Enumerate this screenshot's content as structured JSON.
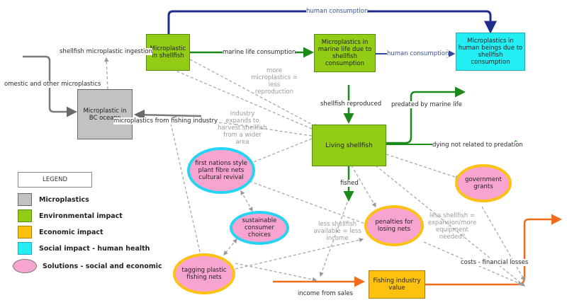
{
  "nodes": {
    "microplastic_shellfish": "Microplastic in shellfish",
    "microplastics_marine_life": "Microplastics in marine life due to shellfish consumption",
    "microplastics_humans": "Microplastics in human beings due to shellfish consumption",
    "microplastic_bc_oceans": "Microplastic in BC oceans",
    "living_shellfish": "Living shellfish",
    "first_nations": "first nations style plant fibre nets cultural revival",
    "sustainable_consumer": "sustainable consumer choices",
    "government_grants": "government grants",
    "penalties": "penalties for losing nets",
    "tagging": "tagging plastic fishing nets",
    "fishing_industry_value": "Fishing industry value"
  },
  "edge_labels": {
    "human_consumption_top": "human consumption",
    "shellfish_microplastic_ingestion": "shellfish microplastic ingestion",
    "marine_life_consumption": "marine life consumption",
    "human_consumption_mid": "human consumption",
    "domestic_microplastics": "omestic and other microplastics",
    "more_microplastics": "more microplastics = less reproduction",
    "shellfish_reproduced": "shellfish reproduced",
    "predated": "predated by marine life",
    "industry_expands": "industry expands to harvest shellfish from a wider area",
    "microplastics_fishing_industry": "microplastics from fishing industry",
    "dying_not_related": "dying not related to predation",
    "fished": "fished",
    "less_shellfish_income": "less shellfish available = less income",
    "less_shellfish_expansion": "less shellfish = expansion/more equipment needed?",
    "costs_losses": "costs - financial losses",
    "income_from_sales": "income from sales"
  },
  "legend": {
    "title": "LEGEND",
    "items": [
      {
        "label": "Microplastics",
        "color": "#c2c2c2",
        "shape": "rect"
      },
      {
        "label": "Environmental impact",
        "color": "#92cc14",
        "shape": "rect"
      },
      {
        "label": "Economic impact",
        "color": "#fcc20e",
        "shape": "rect"
      },
      {
        "label": "Social impact - human health",
        "color": "#22eef4",
        "shape": "rect"
      },
      {
        "label": "Solutions - social and economic",
        "color": "#f7a4d0",
        "shape": "ellipse"
      }
    ]
  },
  "colors": {
    "navy": "#1e2e8a",
    "green": "#1a8a1a",
    "orange": "#f26a1b",
    "gray_line": "#7a7a7a",
    "dashed": "#a8a8a8"
  }
}
